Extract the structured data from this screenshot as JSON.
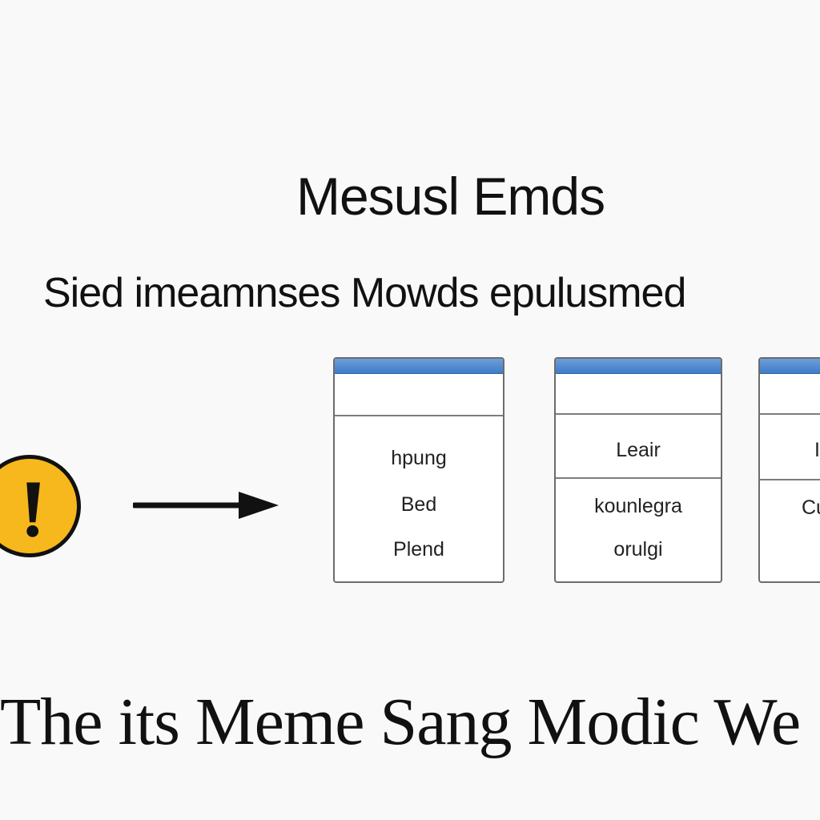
{
  "title": "Mesusl Emds",
  "subtitle": "Sied imeamnses Mowds epulusmed",
  "bottom_text": "The its Meme Sang Modic We",
  "icons": {
    "warning": "warning-exclamation-icon",
    "arrow": "right-arrow-icon"
  },
  "colors": {
    "background": "#f9f9f9",
    "warning_fill": "#f6b81c",
    "panel_bar": "#3f7cc9",
    "text": "#111111"
  },
  "panels": [
    {
      "name": "panel-1",
      "items": [
        "hpung",
        "Bed",
        "Plend"
      ]
    },
    {
      "name": "panel-2",
      "items": [
        "Leair",
        "kounlegra",
        "orulgi"
      ]
    },
    {
      "name": "panel-3",
      "items": [
        "I",
        "Cu"
      ]
    }
  ]
}
